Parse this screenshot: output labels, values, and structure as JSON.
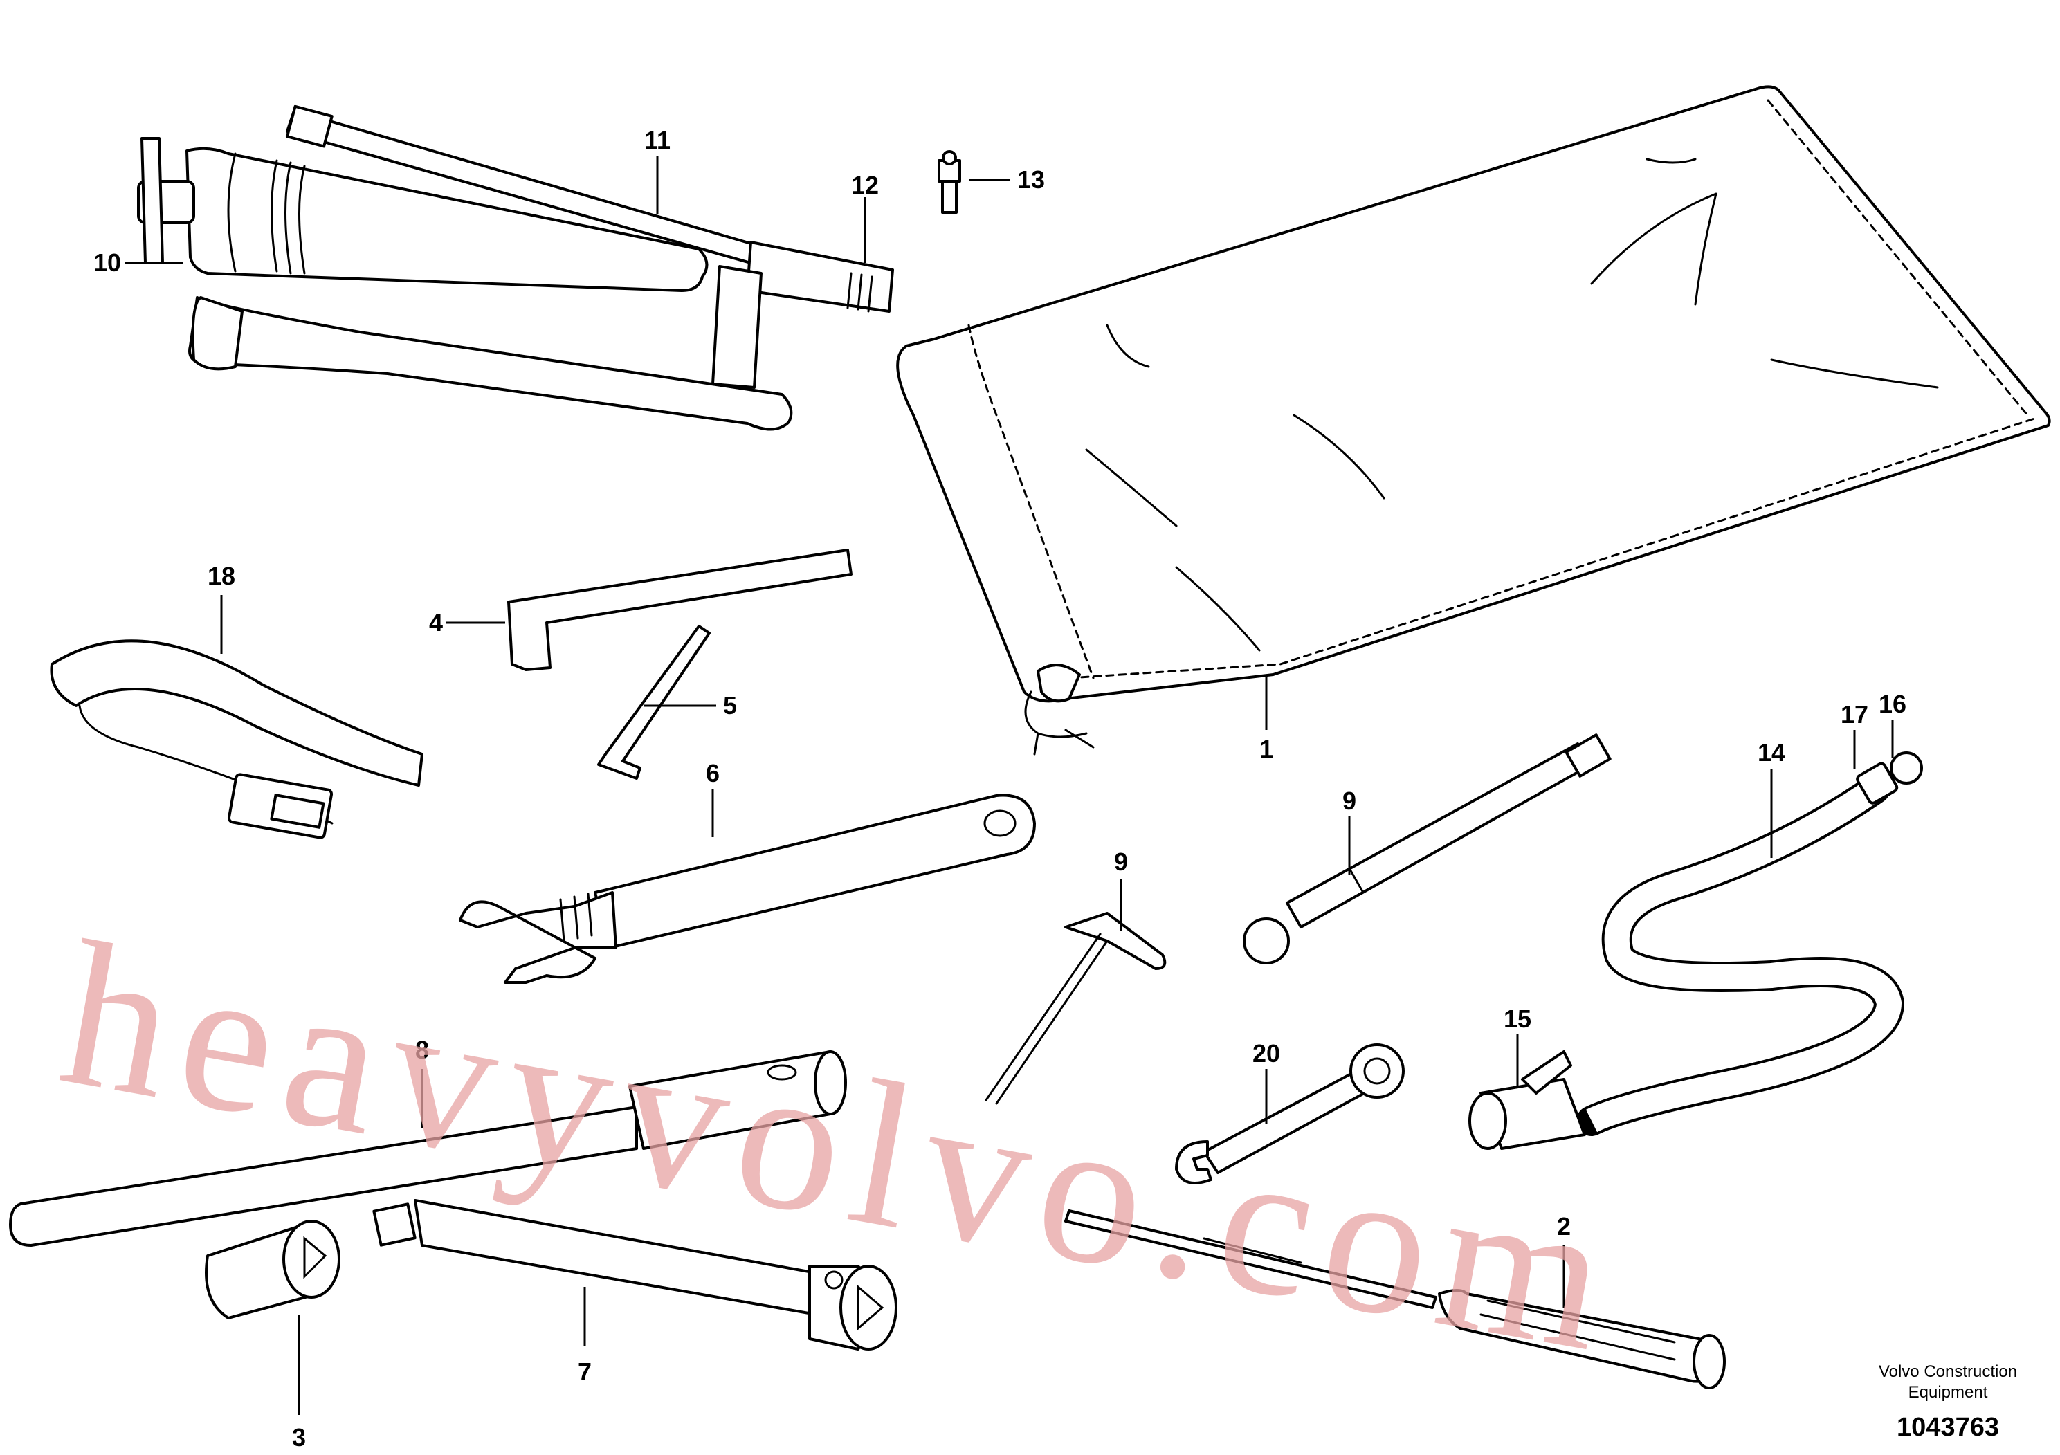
{
  "callouts": {
    "c1": "1",
    "c2": "2",
    "c3": "3",
    "c4": "4",
    "c5": "5",
    "c6": "6",
    "c7": "7",
    "c8": "8",
    "c9a": "9",
    "c9b": "9",
    "c10": "10",
    "c11": "11",
    "c12": "12",
    "c13": "13",
    "c14": "14",
    "c15": "15",
    "c16": "16",
    "c17": "17",
    "c18": "18",
    "c20": "20"
  },
  "watermark": "heavyvolvo.com",
  "footer": {
    "brand_line1": "Volvo Construction",
    "brand_line2": "Equipment",
    "drawing_number": "1043763"
  }
}
